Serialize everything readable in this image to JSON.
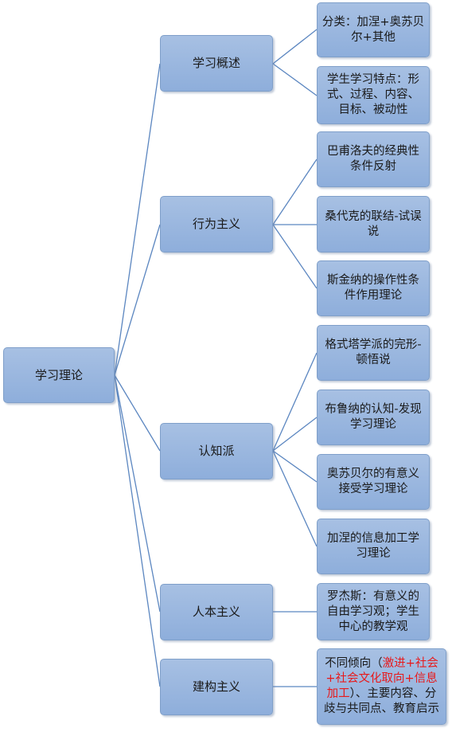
{
  "root": {
    "label": "学习理论"
  },
  "branches": [
    {
      "label": "学习概述",
      "children": [
        {
          "text": "分类：加涅+奥苏贝尔+其他"
        },
        {
          "text": "学生学习特点：形式、过程、内容、目标、被动性"
        }
      ]
    },
    {
      "label": "行为主义",
      "children": [
        {
          "text": "巴甫洛夫的经典性条件反射"
        },
        {
          "text": "桑代克的联结-试误说"
        },
        {
          "text": "斯金纳的操作性条件作用理论"
        }
      ]
    },
    {
      "label": "认知派",
      "children": [
        {
          "text": "格式塔学派的完形-顿悟说"
        },
        {
          "text": "布鲁纳的认知-发现学习理论"
        },
        {
          "text": "奥苏贝尔的有意义接受学习理论"
        },
        {
          "text": "加涅的信息加工学习理论"
        }
      ]
    },
    {
      "label": "人本主义",
      "children": [
        {
          "text": "罗杰斯：有意义的自由学习观；学生中心的教学观"
        }
      ]
    },
    {
      "label": "建构主义",
      "children": [
        {
          "text_pre": "不同倾向（",
          "text_hl": "激进+社会+社会文化取向+信息加工",
          "text_post": "）、主要内容、分歧与共同点、教育启示"
        }
      ]
    }
  ],
  "colors": {
    "node_fill_top": "#a7c0e3",
    "node_fill_bottom": "#8eaedb",
    "node_border": "#7f9fc9",
    "connector": "#5b86c0",
    "highlight_text": "#e8191b"
  }
}
